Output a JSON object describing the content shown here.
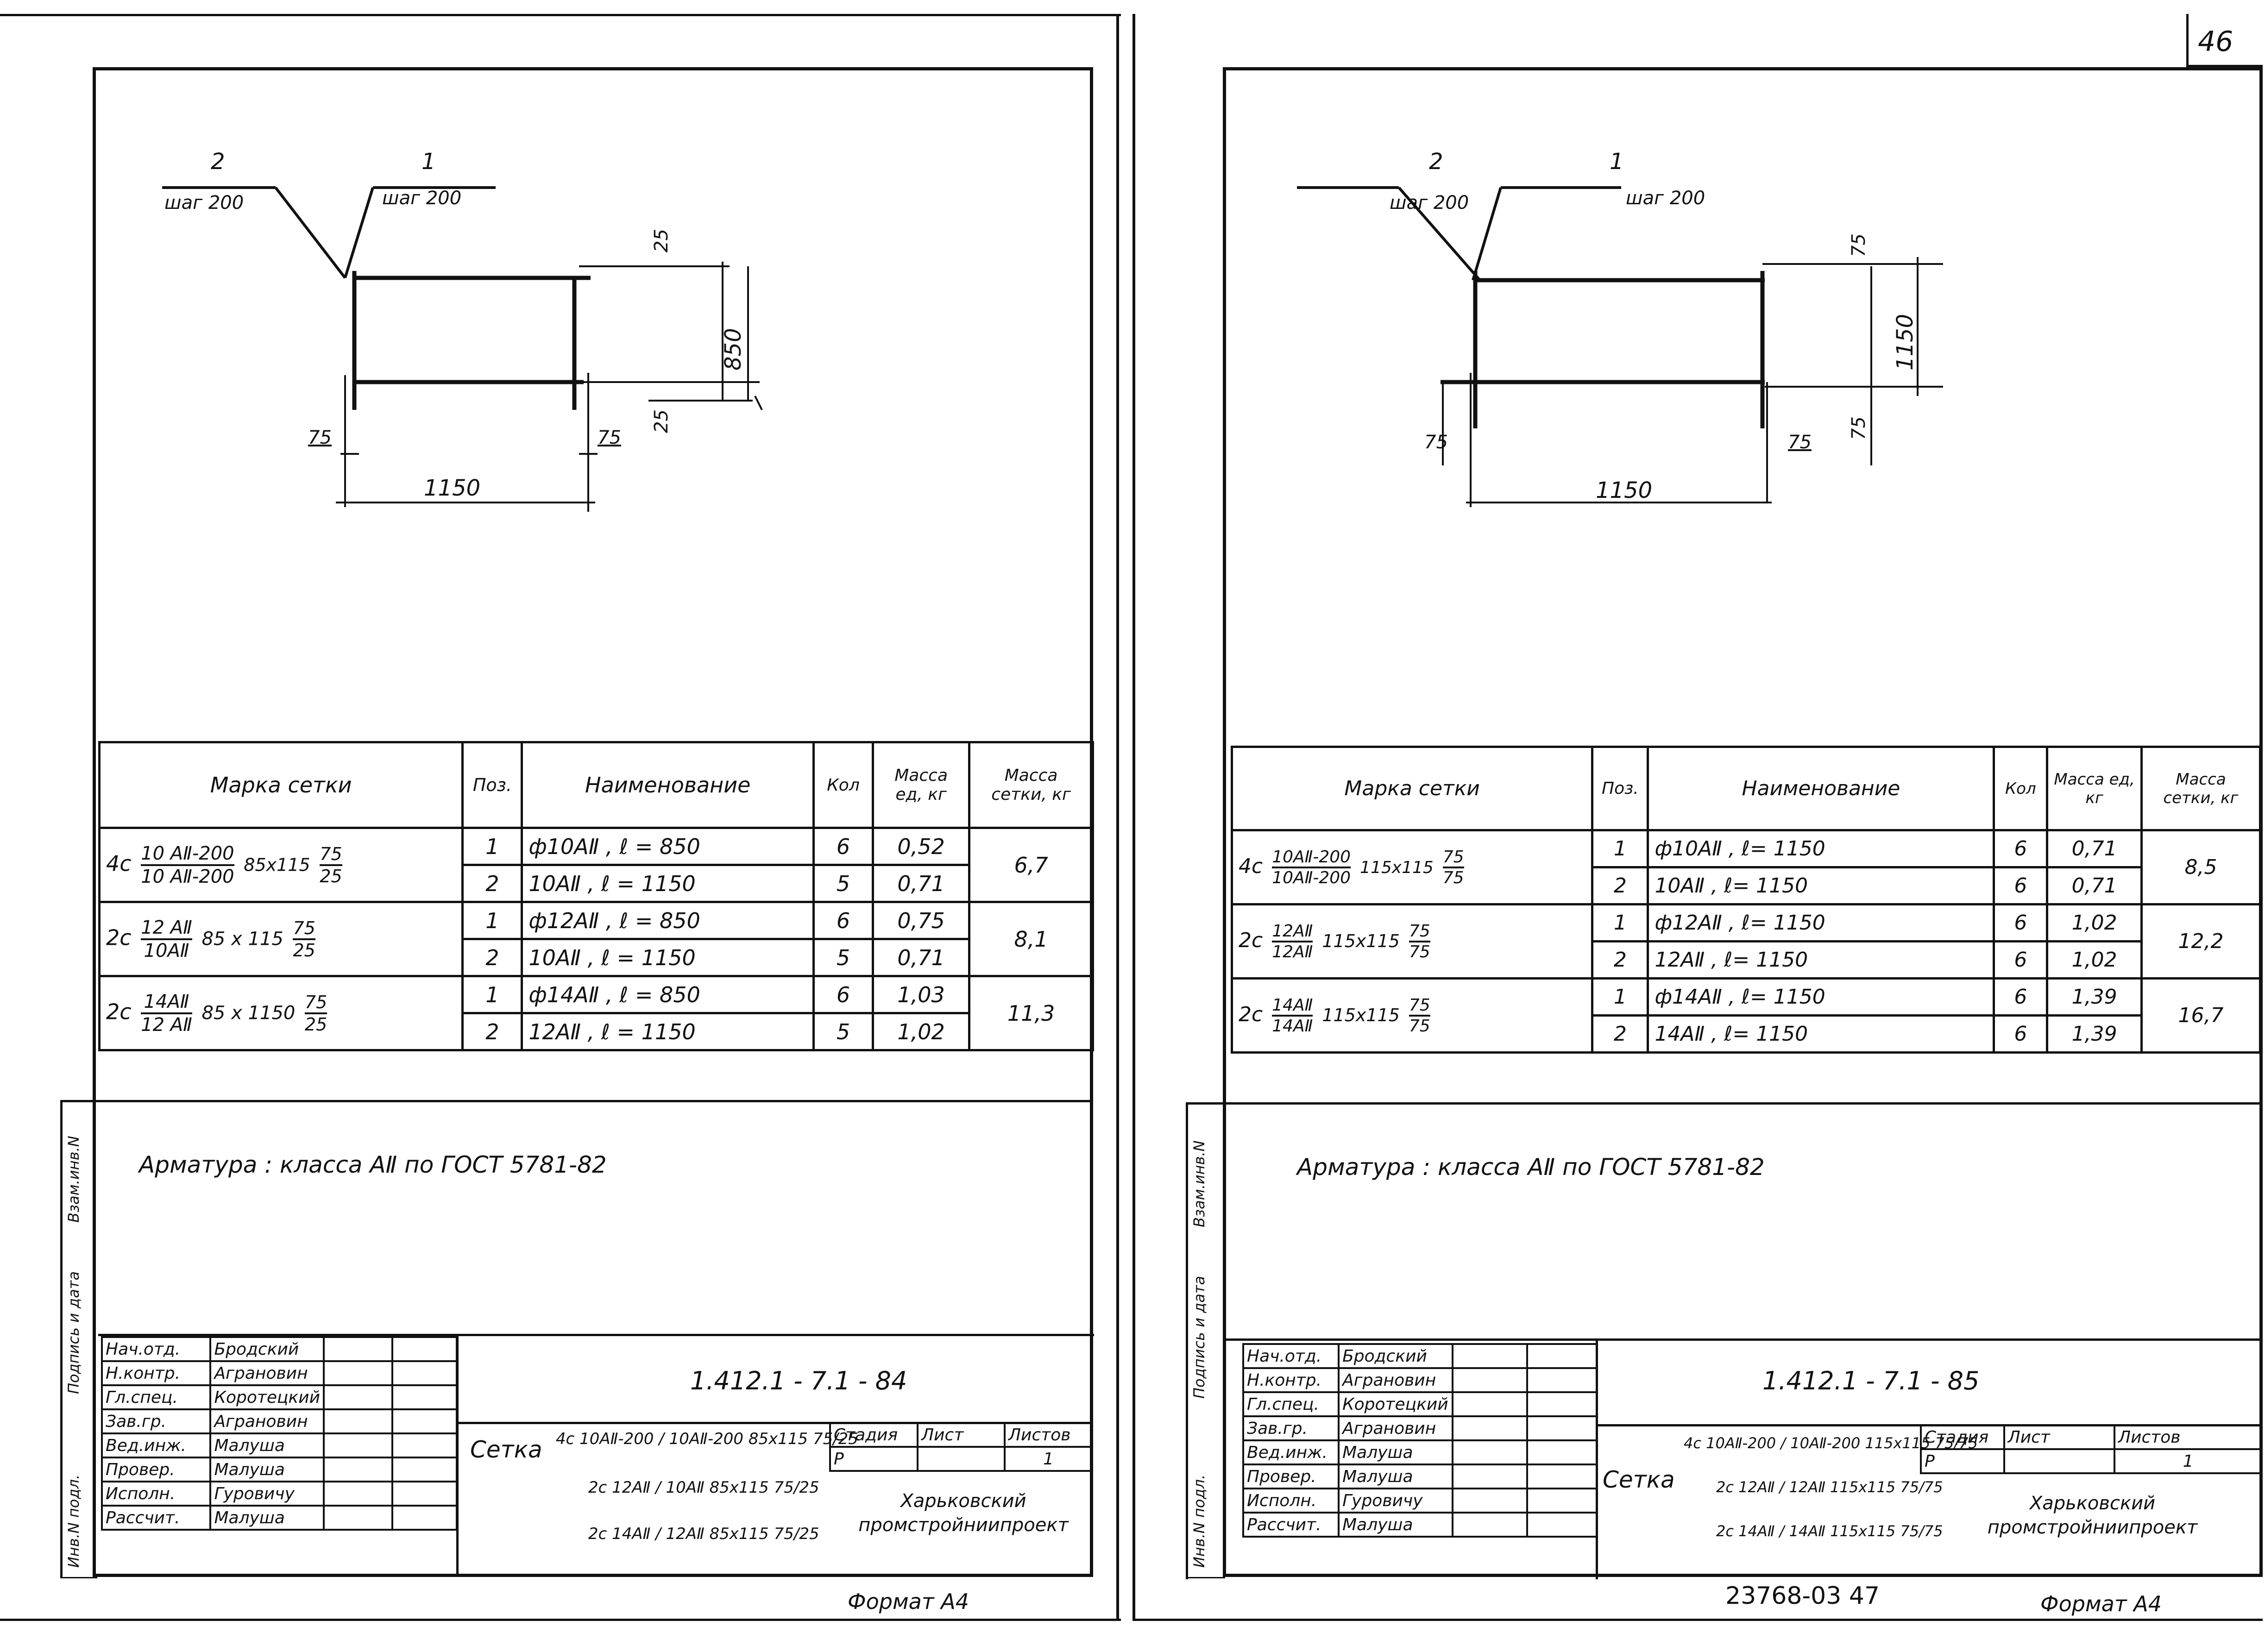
{
  "sheet_number": "46",
  "footer_ref": "23768-03   47",
  "left": {
    "drawing": {
      "pos2": "2",
      "pos2_step": "шаг 200",
      "pos1": "1",
      "pos1_step": "шаг 200",
      "dim_top": "25",
      "dim_height": "850",
      "dim_bottom": "25",
      "dim_left": "75",
      "dim_right": "75",
      "dim_width": "1150"
    },
    "table": {
      "headers": [
        "Марка сетки",
        "Поз.",
        "Наименование",
        "Кол",
        "Масса ед, кг",
        "Масса сетки, кг"
      ],
      "rows": [
        {
          "mark_prefix": "4с",
          "mark_num": "10 АⅡ-200",
          "mark_den": "10 АⅡ-200",
          "mark_size": "85х115",
          "mark_fr_num": "75",
          "mark_fr_den": "25",
          "items": [
            {
              "pos": "1",
              "name": "ф10АⅡ ,  ℓ = 850",
              "qty": "6",
              "mass": "0,52"
            },
            {
              "pos": "2",
              "name": "10АⅡ ,  ℓ = 1150",
              "qty": "5",
              "mass": "0,71"
            }
          ],
          "total": "6,7"
        },
        {
          "mark_prefix": "2с",
          "mark_num": "12 АⅡ",
          "mark_den": "10АⅡ",
          "mark_size": "85 х 115",
          "mark_fr_num": "75",
          "mark_fr_den": "25",
          "items": [
            {
              "pos": "1",
              "name": "ф12АⅡ ,  ℓ = 850",
              "qty": "6",
              "mass": "0,75"
            },
            {
              "pos": "2",
              "name": "10АⅡ ,  ℓ = 1150",
              "qty": "5",
              "mass": "0,71"
            }
          ],
          "total": "8,1"
        },
        {
          "mark_prefix": "2с",
          "mark_num": "14АⅡ",
          "mark_den": "12 АⅡ",
          "mark_size": "85 х 1150",
          "mark_fr_num": "75",
          "mark_fr_den": "25",
          "items": [
            {
              "pos": "1",
              "name": "ф14АⅡ ,  ℓ = 850",
              "qty": "6",
              "mass": "1,03"
            },
            {
              "pos": "2",
              "name": "12АⅡ ,  ℓ = 1150",
              "qty": "5",
              "mass": "1,02"
            }
          ],
          "total": "11,3"
        }
      ]
    },
    "note": "Арматура : класса    АⅡ   по    ГОСТ 5781-82",
    "stamp": {
      "doc_code": "1.412.1 - 7.1 - 84",
      "roles": [
        {
          "role": "Нач.отд.",
          "name": "Бродский"
        },
        {
          "role": "Н.контр.",
          "name": "Аграновин"
        },
        {
          "role": "Гл.спец.",
          "name": "Коротецкий"
        },
        {
          "role": "Зав.гр.",
          "name": "Аграновин"
        },
        {
          "role": "Вед.инж.",
          "name": "Малуша"
        },
        {
          "role": "Провер.",
          "name": "Малуша"
        },
        {
          "role": "Исполн.",
          "name": "Гуровичу"
        },
        {
          "role": "Рассчит.",
          "name": "Малуша"
        }
      ],
      "title_word": "Сетка",
      "line1": "4с  10АⅡ-200 / 10АⅡ-200  85х115  75/25",
      "line2": "2с  12АⅡ / 10АⅡ  85х115  75/25",
      "line3": "2с  14АⅡ / 12АⅡ  85х115  75/25",
      "stage_label": "Стадия",
      "sheet_label": "Лист",
      "sheets_label": "Листов",
      "stage": "Р",
      "sheet": "",
      "sheets": "1",
      "org": "Харьковский промстройниипроект"
    },
    "side_labels": [
      "Инв.N подл.",
      "Подпись и дата",
      "Взам.инв.N"
    ],
    "format": "Формат  А4"
  },
  "right": {
    "drawing": {
      "pos2": "2",
      "pos2_step": "шаг 200",
      "pos1": "1",
      "pos1_step": "шаг 200",
      "dim_top": "75",
      "dim_height": "1150",
      "dim_bottom": "75",
      "dim_left": "75",
      "dim_right": "75",
      "dim_width": "1150"
    },
    "table": {
      "headers": [
        "Марка сетки",
        "Поз.",
        "Наименование",
        "Кол",
        "Масса ед, кг",
        "Масса сетки, кг"
      ],
      "rows": [
        {
          "mark_prefix": "4с",
          "mark_num": "10АⅡ-200",
          "mark_den": "10АⅡ-200",
          "mark_size": "115х115",
          "mark_fr_num": "75",
          "mark_fr_den": "75",
          "items": [
            {
              "pos": "1",
              "name": "ф10АⅡ ,   ℓ= 1150",
              "qty": "6",
              "mass": "0,71"
            },
            {
              "pos": "2",
              "name": "10АⅡ ,   ℓ= 1150",
              "qty": "6",
              "mass": "0,71"
            }
          ],
          "total": "8,5"
        },
        {
          "mark_prefix": "2с",
          "mark_num": "12АⅡ",
          "mark_den": "12АⅡ",
          "mark_size": "115х115",
          "mark_fr_num": "75",
          "mark_fr_den": "75",
          "items": [
            {
              "pos": "1",
              "name": "ф12АⅡ ,   ℓ= 1150",
              "qty": "6",
              "mass": "1,02"
            },
            {
              "pos": "2",
              "name": "12АⅡ ,   ℓ= 1150",
              "qty": "6",
              "mass": "1,02"
            }
          ],
          "total": "12,2"
        },
        {
          "mark_prefix": "2с",
          "mark_num": "14АⅡ",
          "mark_den": "14АⅡ",
          "mark_size": "115х115",
          "mark_fr_num": "75",
          "mark_fr_den": "75",
          "items": [
            {
              "pos": "1",
              "name": "ф14АⅡ ,   ℓ= 1150",
              "qty": "6",
              "mass": "1,39"
            },
            {
              "pos": "2",
              "name": "14АⅡ ,   ℓ= 1150",
              "qty": "6",
              "mass": "1,39"
            }
          ],
          "total": "16,7"
        }
      ]
    },
    "note": "Арматура :   класса   АⅡ   по  ГОСТ 5781-82",
    "stamp": {
      "doc_code": "1.412.1 - 7.1 - 85",
      "roles": [
        {
          "role": "Нач.отд.",
          "name": "Бродский"
        },
        {
          "role": "Н.контр.",
          "name": "Аграновин"
        },
        {
          "role": "Гл.спец.",
          "name": "Коротецкий"
        },
        {
          "role": "Зав.гр.",
          "name": "Аграновин"
        },
        {
          "role": "Вед.инж.",
          "name": "Малуша"
        },
        {
          "role": "Провер.",
          "name": "Малуша"
        },
        {
          "role": "Исполн.",
          "name": "Гуровичу"
        },
        {
          "role": "Рассчит.",
          "name": "Малуша"
        }
      ],
      "title_word": "Сетка",
      "line1": "4с  10АⅡ-200 / 10АⅡ-200  115х115  75/75",
      "line2": "2с  12АⅡ / 12АⅡ  115х115  75/75",
      "line3": "2с  14АⅡ / 14АⅡ  115х115  75/75",
      "stage_label": "Стадия",
      "sheet_label": "Лист",
      "sheets_label": "Листов",
      "stage": "Р",
      "sheet": "",
      "sheets": "1",
      "org": "Харьковский промстройниипроект"
    },
    "side_labels": [
      "Инв.N подл.",
      "Подпись и дата",
      "Взам.инв.N"
    ],
    "format": "Формат  А4"
  }
}
